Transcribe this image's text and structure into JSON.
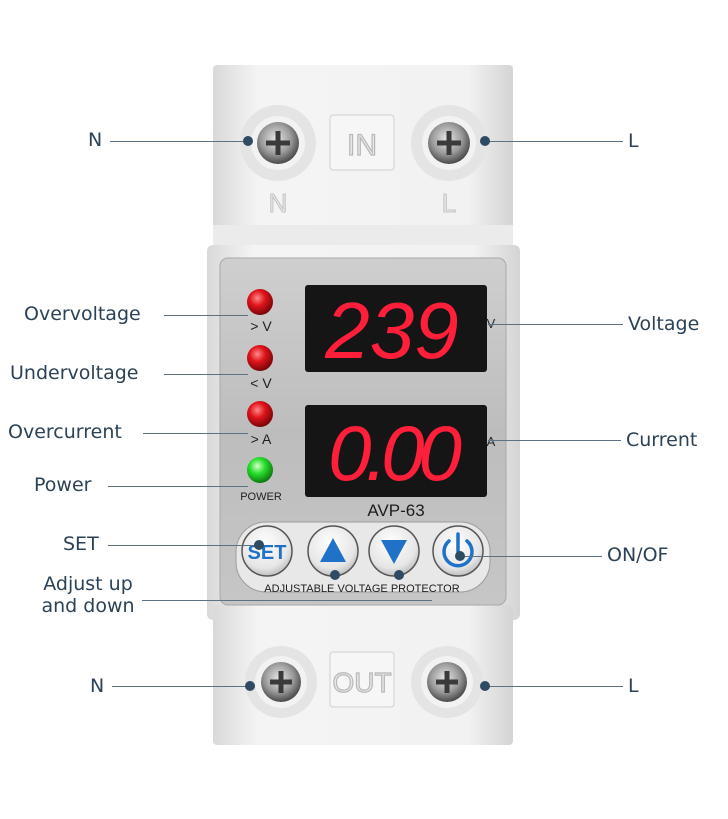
{
  "device": {
    "top_label": "IN",
    "bottom_label": "OUT",
    "top_left_terminal_mark": "N",
    "top_right_terminal_mark": "L",
    "voltage_display": "239",
    "voltage_unit": "V",
    "current_display": "0.00",
    "current_unit": "A",
    "model": "AVP-63",
    "led_overvoltage_mark": "> V",
    "led_undervoltage_mark": "< V",
    "led_overcurrent_mark": "> A",
    "led_power_mark": "POWER",
    "set_button_label": "SET",
    "panel_caption": "ADJUSTABLE VOLTAGE PROTECTOR",
    "colors": {
      "led_red": "#e0141b",
      "led_green": "#27e02c",
      "display_digit": "#ff1f3a",
      "power_button": "#1f72c8",
      "arrow_button": "#1f72c8"
    }
  },
  "callouts": {
    "top_n": "N",
    "top_l": "L",
    "overvoltage": "Overvoltage",
    "undervoltage": "Undervoltage",
    "overcurrent": "Overcurrent",
    "power": "Power",
    "set": "SET",
    "adjust": "Adjust up and down",
    "voltage": "Voltage",
    "current": "Current",
    "on_off": "ON/OF",
    "bottom_n": "N",
    "bottom_l": "L"
  }
}
